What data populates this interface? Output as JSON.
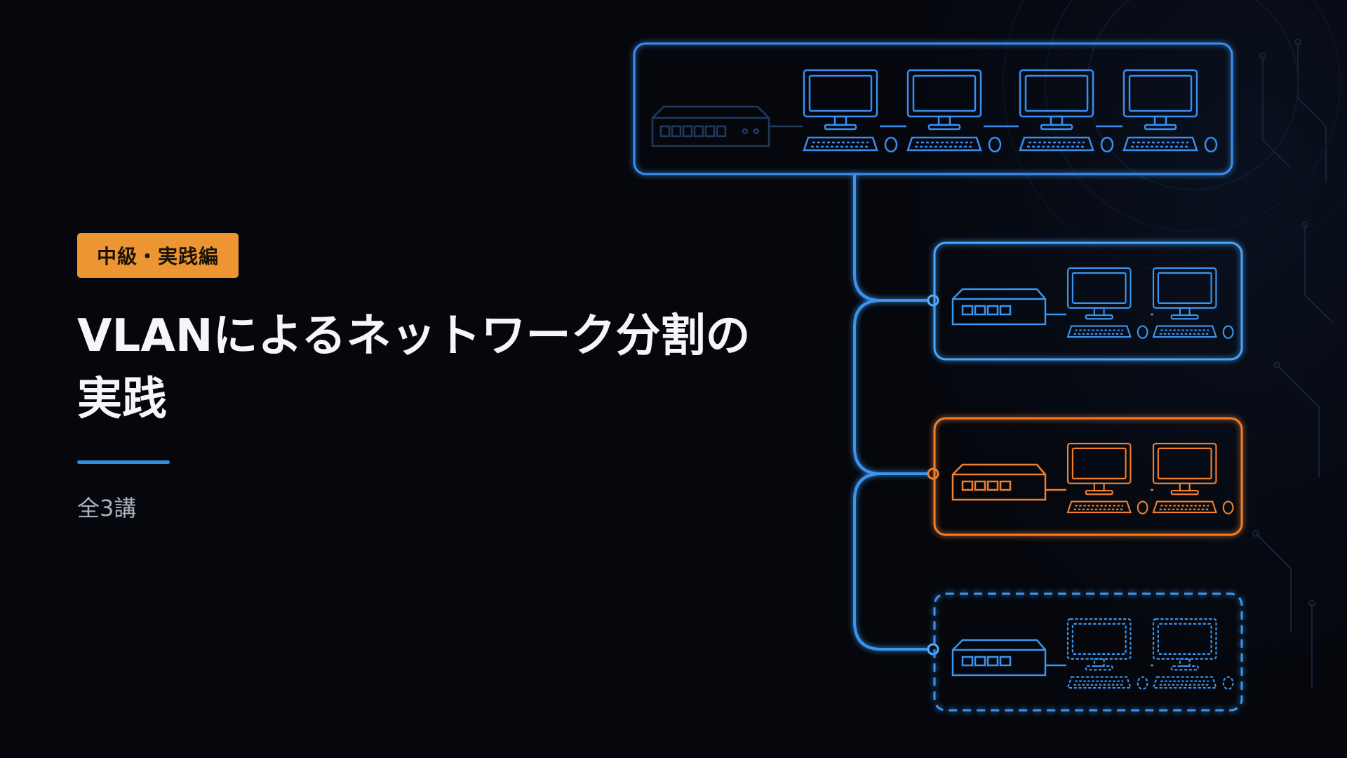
{
  "slide": {
    "badge": "中級・実践編",
    "title_line1": "VLANによるネットワーク分割の",
    "title_line2": "実践",
    "subtitle": "全3講"
  },
  "colors": {
    "background": "#05070d",
    "badge": "#ee9533",
    "accent_blue": "#2f8fe0",
    "network_blue": "#3a95f0",
    "network_orange": "#f07f2e",
    "divider": "#2f8fe0"
  },
  "icons": [
    "network-switch-icon",
    "desktop-computer-icon",
    "keyboard-icon",
    "mouse-icon"
  ]
}
